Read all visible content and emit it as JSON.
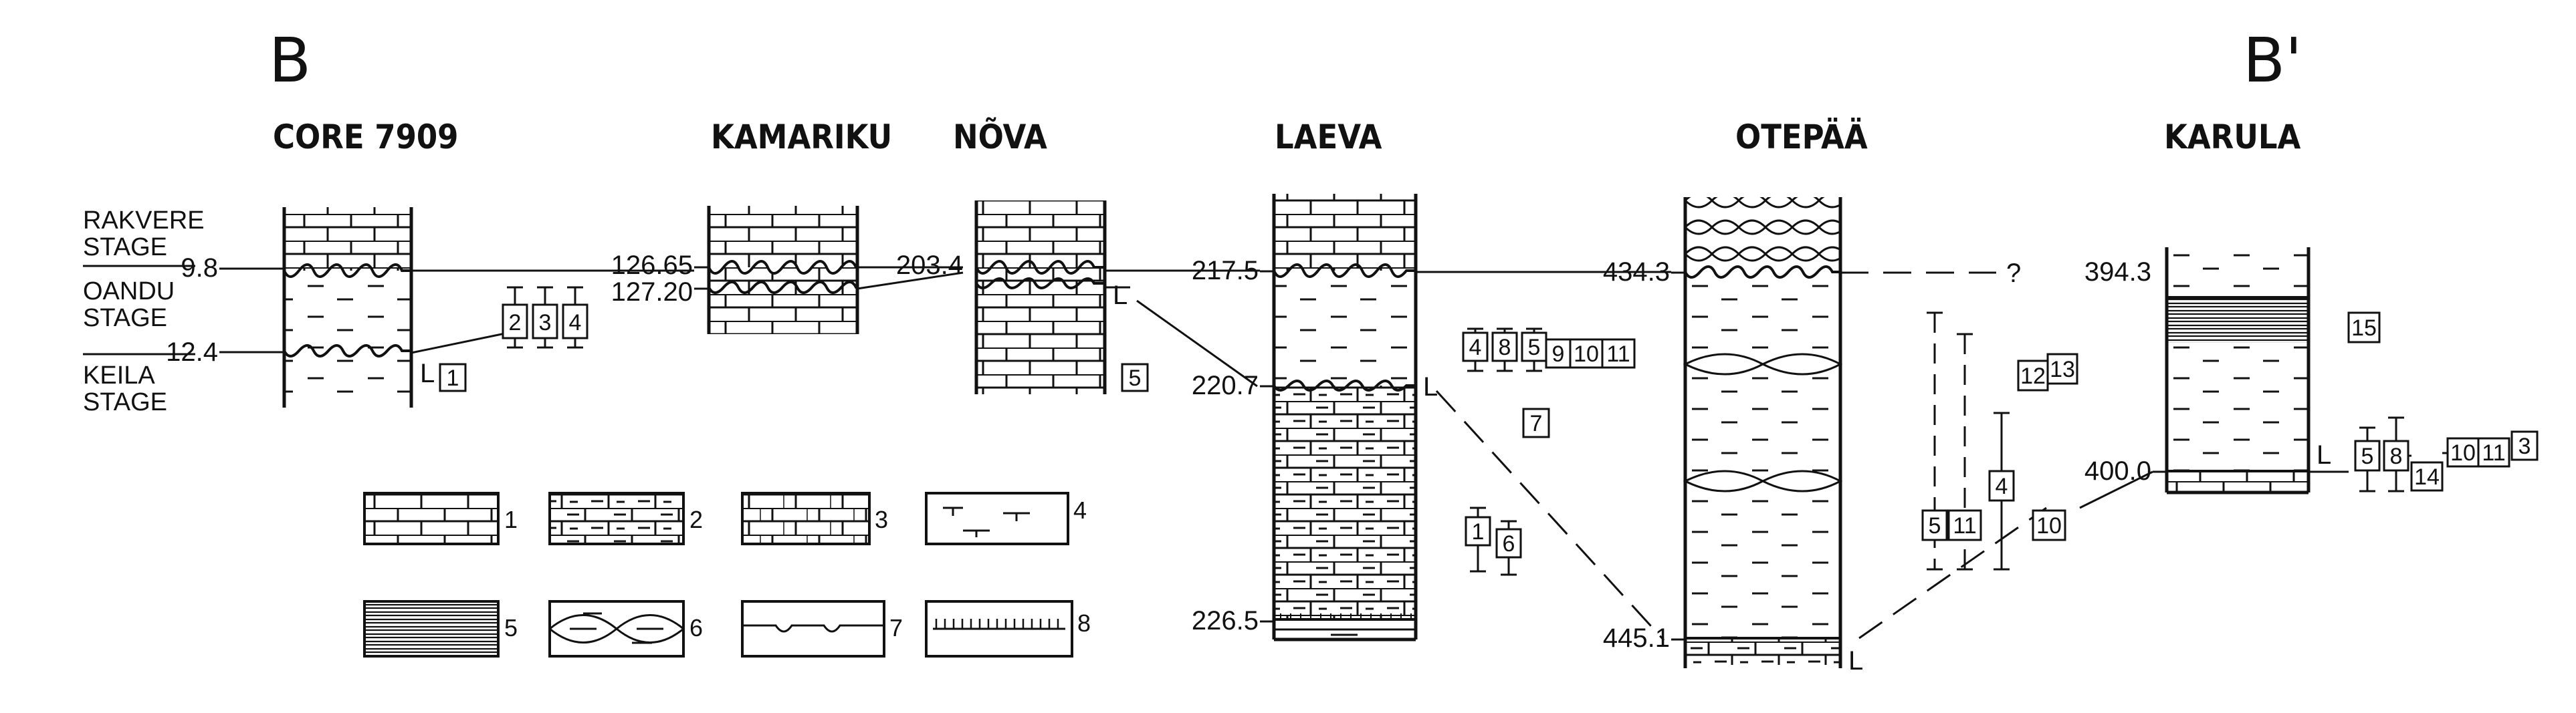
{
  "section": {
    "left_label": "B",
    "right_label": "B'"
  },
  "stages": {
    "rakvere": "RAKVERE\nSTAGE",
    "oandu": "OANDU\nSTAGE",
    "keila": "KEILA\nSTAGE"
  },
  "columns": [
    {
      "id": "core7909",
      "name": "CORE 7909",
      "depths": [
        "9.8",
        "12.4"
      ],
      "l_label": "L",
      "taxa": [
        "1",
        "2",
        "3",
        "4"
      ]
    },
    {
      "id": "kamariku",
      "name": "KAMARIKU",
      "depths": [
        "126.65",
        "127.20"
      ]
    },
    {
      "id": "nova",
      "name": "NÕVA",
      "depths": [
        "203.4"
      ],
      "l_label": "L",
      "taxa": [
        "5"
      ]
    },
    {
      "id": "laeva",
      "name": "LAEVA",
      "depths": [
        "217.5",
        "220.7",
        "226.5"
      ],
      "l_label": "L",
      "taxa": [
        "4",
        "8",
        "5",
        "9",
        "10",
        "11",
        "7",
        "1",
        "6"
      ]
    },
    {
      "id": "otepaa",
      "name": "OTEPÄÄ",
      "depths": [
        "434.3",
        "445.1"
      ],
      "l_label": "L",
      "taxa": [
        "5",
        "11",
        "4",
        "10",
        "12",
        "13"
      ],
      "question": "?"
    },
    {
      "id": "karula",
      "name": "KARULA",
      "depths": [
        "394.3",
        "400.0"
      ],
      "l_label": "L",
      "taxa": [
        "15",
        "5",
        "8",
        "14",
        "10",
        "11",
        "3"
      ]
    }
  ],
  "legend": [
    {
      "n": "1",
      "pattern": "limestone"
    },
    {
      "n": "2",
      "pattern": "argillaceous-limestone"
    },
    {
      "n": "3",
      "pattern": "limestone-with-clay-partings"
    },
    {
      "n": "4",
      "pattern": "marl"
    },
    {
      "n": "5",
      "pattern": "laminated-clay"
    },
    {
      "n": "6",
      "pattern": "nodular-limestone"
    },
    {
      "n": "7",
      "pattern": "discontinuity-surface"
    },
    {
      "n": "8",
      "pattern": "hardground-bed"
    }
  ]
}
